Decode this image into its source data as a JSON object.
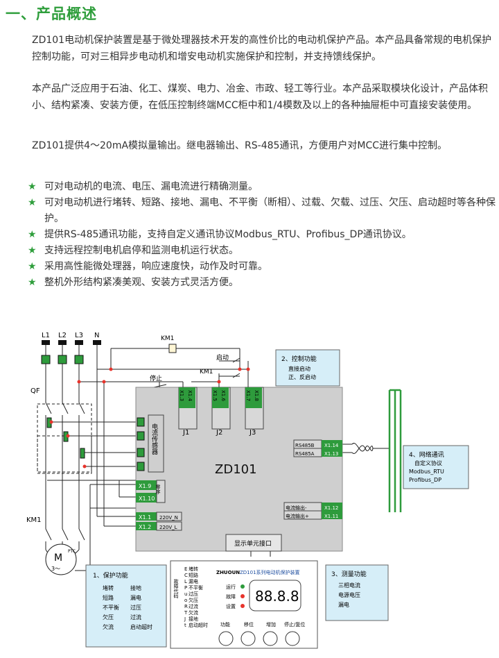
{
  "title": "一、产品概述",
  "paragraphs": [
    "ZD101电动机保护装置是基于微处理器技术开发的高性价比的电动机保护产品。本产品具备常规的电机保护控制功能，可对三相异步电动机和增安电动机实施保护和控制，并支持馈线保护。",
    "本产品广泛应用于石油、化工、煤炭、电力、冶金、市政、轻工等行业。本产品采取模块化设计，产品体积小、结构紧凑、安装方便，在低压控制终端MCC柜中和1/4模数及以上的各种抽屉柜中可直接安装使用。",
    "ZD101提供4～20mA模拟量输出。继电器输出、RS-485通讯，方便用户对MCC进行集中控制。"
  ],
  "features": [
    "可对电动机的电流、电压、漏电流进行精确测量。",
    "可对电动机进行堵转、短路、接地、漏电、不平衡（断相）、过载、欠载、过压、欠压、启动超时等各种保护。",
    "提供RS-485通讯功能，支持自定义通讯协议Modbus_RTU、Profibus_DP通讯协议。",
    "支持远程控制电机启停和监测电机运行状态。",
    "采用高性能微处理器，响应速度快，动作及时可靠。",
    "整机外形结构紧凑美观、安装方式灵活方便。"
  ],
  "diagram": {
    "phases": [
      "L1",
      "L2",
      "L3",
      "N"
    ],
    "qf": "QF",
    "km1": "KM1",
    "stop": "停止",
    "start": "启动",
    "device": "ZD101",
    "sensor": "电流传感器",
    "zero_seq": "零序",
    "relays": [
      "J1",
      "J2",
      "J3"
    ],
    "relay_terms": [
      "X1.3",
      "X1.4",
      "X1.5",
      "X1.6",
      "X1.7",
      "X1.8"
    ],
    "left_terms": [
      "X1.9",
      "X1.10",
      "X1.1",
      "X1.2"
    ],
    "power_labels": [
      "220V_N",
      "220V_L"
    ],
    "rs485": [
      "RS485B",
      "RS485A"
    ],
    "rs485_terms": [
      "X1.14",
      "X1.13"
    ],
    "analog": [
      "电流输出-",
      "电流输出+"
    ],
    "analog_terms": [
      "X1.12",
      "X1.11"
    ],
    "display_port": "显示单元接口",
    "motor": "M",
    "motor_phase": "3～",
    "ptc": "PTC",
    "control_box": {
      "title": "2、控制功能",
      "lines": [
        "直接启动",
        "正、反启动"
      ]
    },
    "network_box": {
      "title": "4、网络通讯",
      "lines": [
        "自定义协议",
        "Modbus_RTU",
        "Profibus_DP"
      ]
    },
    "protect_box": {
      "title": "1、保护功能",
      "items": [
        "堵转",
        "接地",
        "短路",
        "漏电",
        "不平衡",
        "过压",
        "欠压",
        "过流",
        "欠流",
        "启动超时"
      ]
    },
    "measure_box": {
      "title": "3、测量功能",
      "lines": [
        "三相电流",
        "电源电压",
        "漏电"
      ]
    },
    "panel": {
      "brand": "ZHUOUN",
      "title": "ZD101系列电动机保护装置",
      "fault_label": "故障代码",
      "codes": [
        "堵转",
        "短路",
        "漏电",
        "不平衡",
        "过压",
        "欠压",
        "过流",
        "欠流",
        "接地",
        "启动超时"
      ],
      "code_letters": [
        "E",
        "C",
        "L",
        "P",
        "u",
        "o",
        "R",
        "T",
        "J",
        "t"
      ],
      "leds": [
        "运行",
        "故障",
        "设置"
      ],
      "display": "88.8.8",
      "buttons": [
        "功能",
        "移位",
        "增加",
        "停止/复位"
      ]
    },
    "colors": {
      "green": "#2e9b3c",
      "red": "#e8342c",
      "box": "#d6eef8"
    }
  }
}
